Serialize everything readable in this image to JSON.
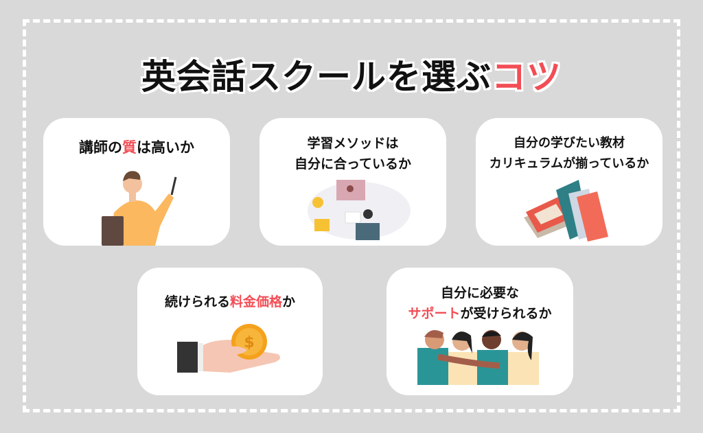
{
  "title": {
    "main": "英会話スクールを選ぶ",
    "accent": "コツ"
  },
  "colors": {
    "accent": "#f24d55",
    "background": "#d9d9d9",
    "card": "#ffffff"
  },
  "cards": [
    {
      "pre": "講師の",
      "accent": "質",
      "post": "は高いか",
      "icon": "teacher-pointing-illustration"
    },
    {
      "line1": "学習メソッドは",
      "line2": "自分に合っているか",
      "icon": "online-learning-illustration"
    },
    {
      "line1": "自分の学びたい教材",
      "line2": "カリキュラムが揃っているか",
      "icon": "books-illustration"
    },
    {
      "pre": "続けられる",
      "accent": "料金価格",
      "post": "か",
      "icon": "hand-coin-illustration"
    },
    {
      "line1": "自分に必要な",
      "accent": "サポート",
      "post": "が受けられるか",
      "icon": "people-support-illustration"
    }
  ]
}
